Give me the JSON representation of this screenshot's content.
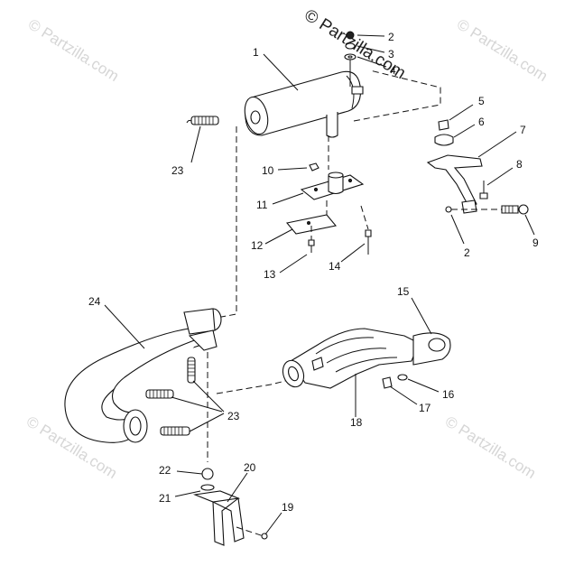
{
  "watermarks": {
    "main": "© Partzilla.com",
    "tiles": [
      "© Partzilla.com",
      "© Partzilla.com",
      "© Partzilla.com",
      "© Partzilla.com"
    ]
  },
  "callouts": [
    "1",
    "2",
    "3",
    "4",
    "5",
    "6",
    "7",
    "8",
    "2",
    "9",
    "10",
    "11",
    "12",
    "13",
    "14",
    "23",
    "24",
    "15",
    "16",
    "17",
    "18",
    "23",
    "22",
    "20",
    "21",
    "19"
  ]
}
